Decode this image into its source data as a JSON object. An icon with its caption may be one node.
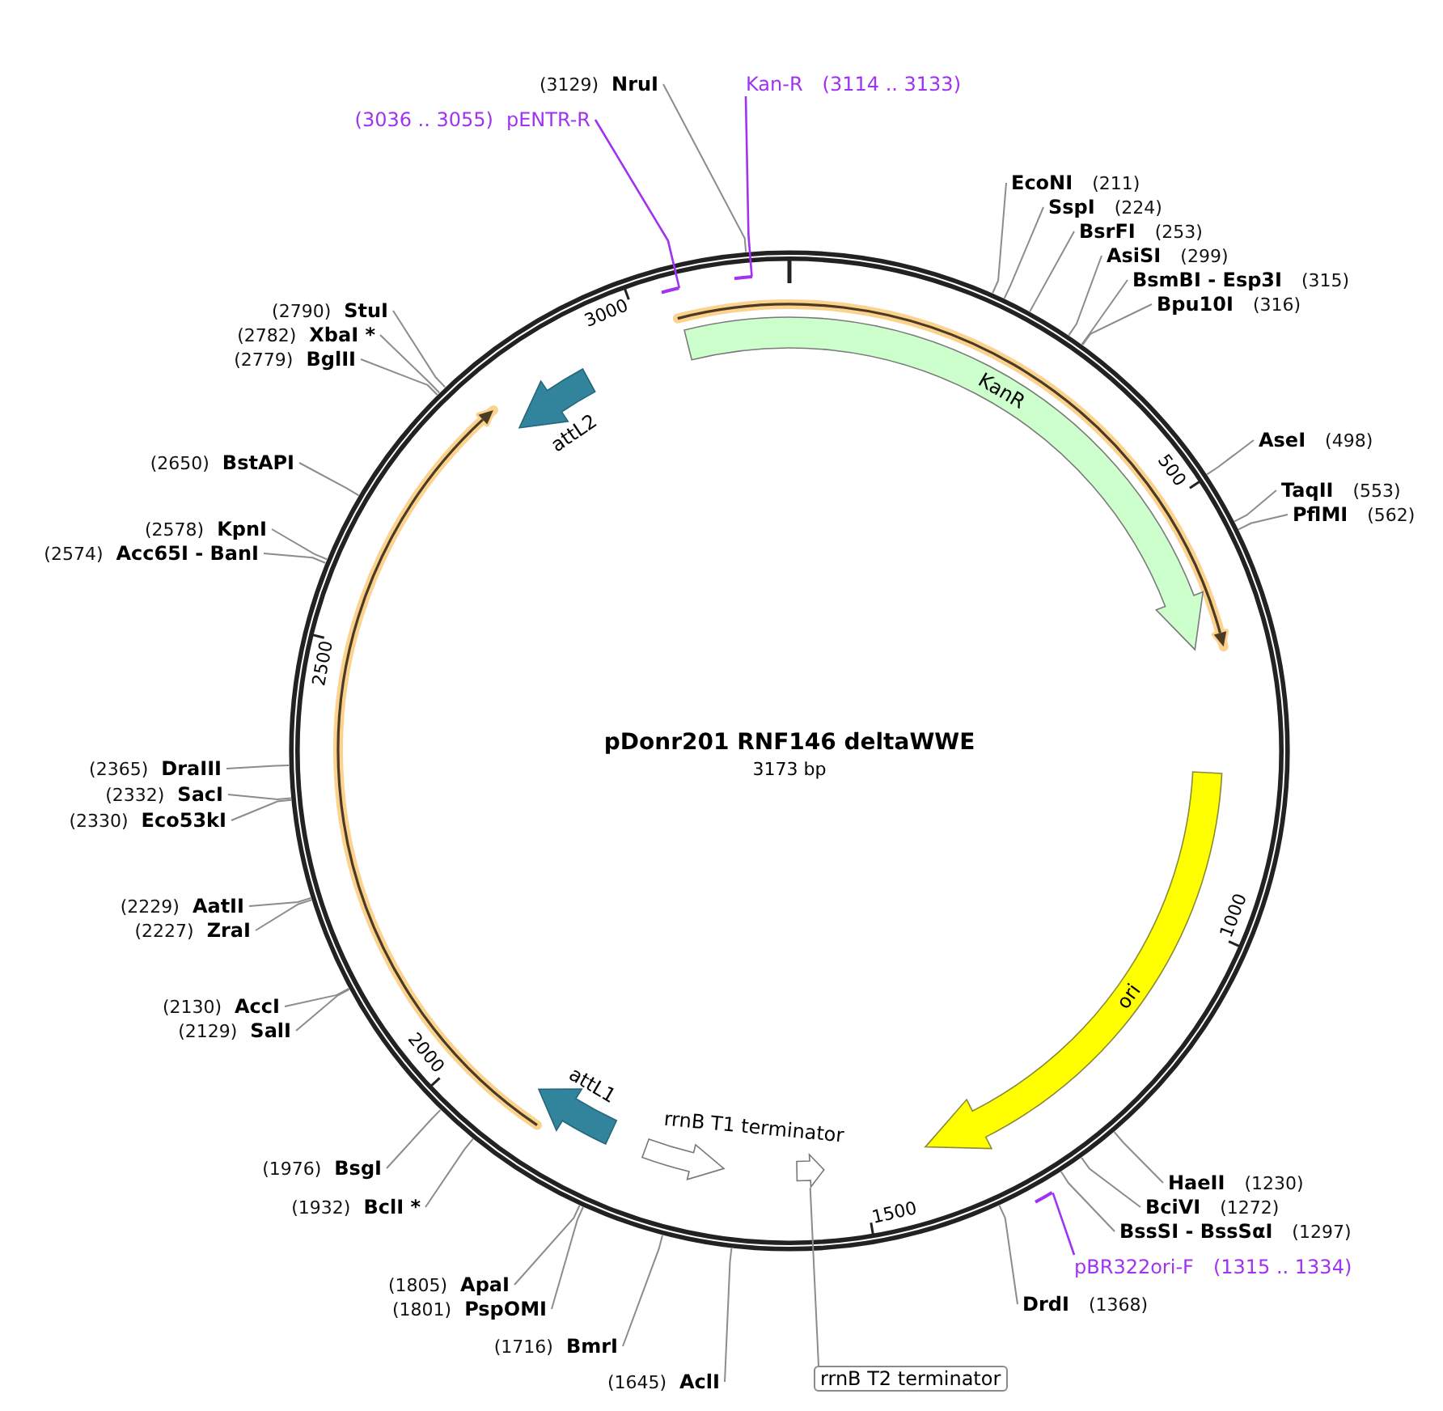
{
  "diagram": {
    "title": "pDonr201 RNF146 deltaWWE",
    "nodes": [
      {
        "text": [
          "(3129)",
          "NruI"
        ]
      },
      {
        "text": [
          "Kan-R",
          "(3114 .. 3133)"
        ]
      },
      {
        "text": [
          "(3036 .. 3055)",
          "pENTR-R"
        ]
      },
      {
        "text": [
          "EcoNI",
          "(211)"
        ]
      },
      {
        "text": [
          "SspI",
          "(224)"
        ]
      },
      {
        "text": [
          "BsrFI",
          "(253)"
        ]
      },
      {
        "text": [
          "AsiSI",
          "(299)"
        ]
      },
      {
        "text": [
          "BsmBI - Esp3I",
          "(315)"
        ]
      },
      {
        "text": [
          "Bpu10I",
          "(316)"
        ]
      },
      {
        "text": [],
        "shape": "bar"
      },
      {
        "text": [],
        "shape": "bar"
      },
      {
        "text": [
          "(2790)",
          "StuI"
        ]
      },
      {
        "text": [
          "(2782)",
          "XbaI *"
        ]
      },
      {
        "text": [
          "(2779)",
          "BglII"
        ]
      },
      {
        "text": [
          "KanR"
        ]
      },
      {
        "text": [
          "attL2"
        ]
      },
      {
        "text": [
          "AseI",
          "(498)"
        ]
      },
      {
        "text": [
          "(2650)",
          "BstAPI"
        ]
      },
      {
        "text": [
          "TaqII",
          "(553)"
        ]
      },
      {
        "text": [
          "PflMI",
          "(562)"
        ]
      },
      {
        "text": [
          "(2578)",
          "KpnI"
        ]
      },
      {
        "text": [
          "(2574)",
          "Acc65I - BanI"
        ]
      },
      {
        "text": [
          "(2365)",
          "DraIII"
        ]
      },
      {
        "text": [
          "ori"
        ]
      },
      {
        "text": [
          "(2332)",
          "SacI"
        ]
      },
      {
        "text": [
          "(2330)",
          "Eco53kI"
        ]
      },
      {
        "text": [
          "(2229)",
          "AatII"
        ]
      },
      {
        "text": [
          "(2227)",
          "ZraI"
        ]
      },
      {
        "text": [
          "(2130)",
          "AccI"
        ]
      },
      {
        "text": [
          "(2129)",
          "SalI"
        ]
      },
      {
        "text": [
          "attL1"
        ]
      },
      {
        "text": [
          "rrnB T1 terminator"
        ]
      },
      {
        "text": [],
        "shape": "arrow"
      },
      {
        "text": [
          "(1976)",
          "BsgI"
        ]
      },
      {
        "text": [
          "HaeII",
          "(1230)"
        ]
      },
      {
        "text": [],
        "shape": "bar"
      },
      {
        "text": [
          "BciVI",
          "(1272)"
        ]
      },
      {
        "text": [
          "(1932)",
          "BclI *"
        ]
      },
      {
        "text": [
          "BssSI - BssSαI",
          "(1297)"
        ]
      },
      {
        "text": [
          "pBR322ori-F",
          "(1315 .. 1334)"
        ]
      },
      {
        "text": [
          "(1805)",
          "ApaI"
        ]
      },
      {
        "text": [
          "DrdI",
          "(1368)"
        ]
      },
      {
        "text": [
          "(1801)",
          "PspOMI"
        ]
      },
      {
        "text": [
          "(1716)",
          "BmrI"
        ]
      },
      {
        "text": [
          "(1645)",
          "AclI"
        ]
      },
      {
        "text": [
          "rrnB T2 terminator"
        ]
      }
    ],
    "edges": [
      {
        "from": 0,
        "to": null,
        "arrow": "none"
      },
      {
        "from": 3,
        "to": null,
        "arrow": "none"
      },
      {
        "from": 4,
        "to": null,
        "arrow": "none"
      },
      {
        "from": 5,
        "to": null,
        "arrow": "none"
      },
      {
        "from": 6,
        "to": null,
        "arrow": "none"
      },
      {
        "from": 7,
        "to": null,
        "arrow": "none"
      },
      {
        "from": 8,
        "to": null,
        "arrow": "none"
      },
      {
        "from": 11,
        "to": null,
        "arrow": "none"
      },
      {
        "from": 12,
        "to": null,
        "arrow": "none"
      },
      {
        "from": 13,
        "to": null,
        "arrow": "none"
      },
      {
        "from": 16,
        "to": null,
        "arrow": "none"
      },
      {
        "from": 17,
        "to": null,
        "arrow": "none"
      },
      {
        "from": 18,
        "to": null,
        "arrow": "none"
      },
      {
        "from": 19,
        "to": null,
        "arrow": "none"
      },
      {
        "from": 20,
        "to": null,
        "arrow": "none"
      },
      {
        "from": 21,
        "to": null,
        "arrow": "none"
      },
      {
        "from": 22,
        "to": null,
        "arrow": "none"
      },
      {
        "from": 24,
        "to": null,
        "arrow": "none"
      },
      {
        "from": 25,
        "to": null,
        "arrow": "none"
      },
      {
        "from": 26,
        "to": null,
        "arrow": "none"
      },
      {
        "from": 27,
        "to": null,
        "arrow": "none"
      },
      {
        "from": 28,
        "to": null,
        "arrow": "none"
      },
      {
        "from": 29,
        "to": null,
        "arrow": "none"
      },
      {
        "from": 33,
        "to": null,
        "arrow": "none"
      },
      {
        "from": 34,
        "to": null,
        "arrow": "none"
      },
      {
        "from": 36,
        "to": null,
        "arrow": "none"
      },
      {
        "from": 37,
        "to": null,
        "arrow": "none"
      },
      {
        "from": 38,
        "to": null,
        "arrow": "none"
      },
      {
        "from": 40,
        "to": null,
        "arrow": "none"
      },
      {
        "from": 41,
        "to": null,
        "arrow": "none"
      },
      {
        "from": 42,
        "to": null,
        "arrow": "none"
      },
      {
        "from": 43,
        "to": null,
        "arrow": "none"
      },
      {
        "from": 44,
        "to": null,
        "arrow": "none"
      },
      {
        "from": 1,
        "to": 9,
        "arrow": "none",
        "color": "#a032f0"
      },
      {
        "from": 2,
        "to": 10,
        "arrow": "none",
        "color": "#a032f0"
      },
      {
        "from": 39,
        "to": 35,
        "arrow": "none",
        "color": "#a032f0"
      },
      {
        "from": 45,
        "to": 32,
        "arrow": "none"
      }
    ],
    "labels": [
      "3000",
      "500",
      "2500",
      "3173 bp",
      "1000",
      "2000",
      "1500"
    ]
  }
}
